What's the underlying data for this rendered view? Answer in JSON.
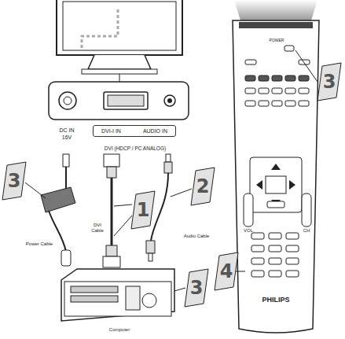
{
  "diagram": {
    "nodes": [
      {
        "text": [
          "DVI-I IN",
          "AUDIO IN"
        ]
      }
    ],
    "labels": [
      "DC IN",
      "16V",
      "DVI (HDCP / PC ANALOG)",
      "3",
      "1",
      "2",
      "DVI Cable",
      "Audio Cable",
      "Power Cable",
      "3",
      "Computer",
      "POWER",
      "3",
      "VOL",
      "CH",
      "4",
      "PHILIPS"
    ]
  }
}
